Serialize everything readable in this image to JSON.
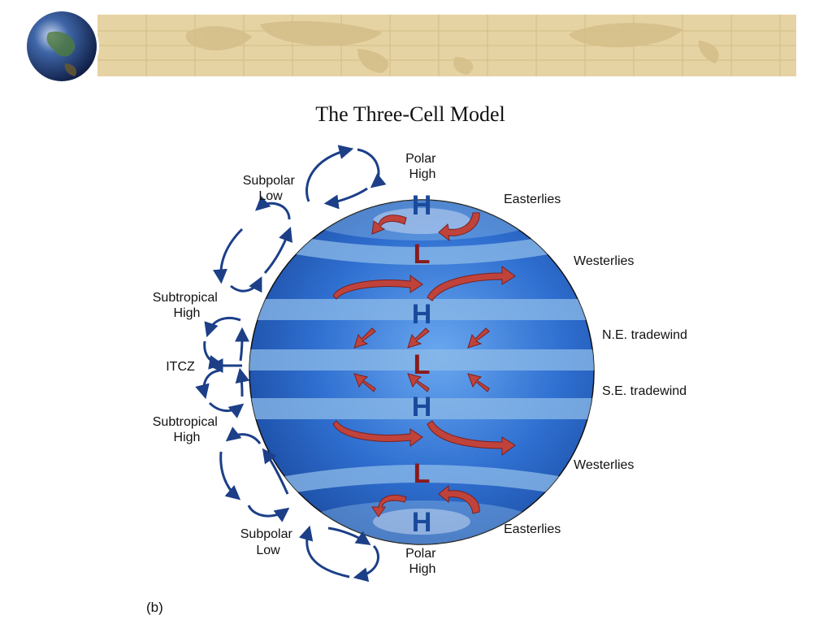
{
  "slide": {
    "title": "The Three-Cell Model",
    "caption": "(b)"
  },
  "diagram": {
    "left_labels": {
      "subpolar_low_top": [
        "Subpolar",
        "Low"
      ],
      "subtropical_high_top": [
        "Subtropical",
        "High"
      ],
      "itcz": "ITCZ",
      "subtropical_high_bottom": [
        "Subtropical",
        "High"
      ],
      "subpolar_low_bottom": [
        "Subpolar",
        "Low"
      ]
    },
    "top_labels": {
      "polar_high_top": [
        "Polar",
        "High"
      ],
      "polar_high_bottom": [
        "Polar",
        "High"
      ]
    },
    "right_labels": {
      "easterlies_top": "Easterlies",
      "westerlies_top": "Westerlies",
      "ne_tradewind": "N.E. tradewind",
      "se_tradewind": "S.E. tradewind",
      "westerlies_bottom": "Westerlies",
      "easterlies_bottom": "Easterlies"
    },
    "pressure_letters": [
      "H",
      "L",
      "H",
      "L",
      "H",
      "L",
      "H"
    ],
    "colors": {
      "globe_blue": "#2f6fd0",
      "band_light": "#8ebbe8",
      "high_letter": "#1b4a9c",
      "low_letter": "#8a1a1a",
      "wind_arrow": "#c0433b",
      "cell_arrow": "#1c3f88",
      "banner_tan": "#e6d3a3"
    }
  }
}
